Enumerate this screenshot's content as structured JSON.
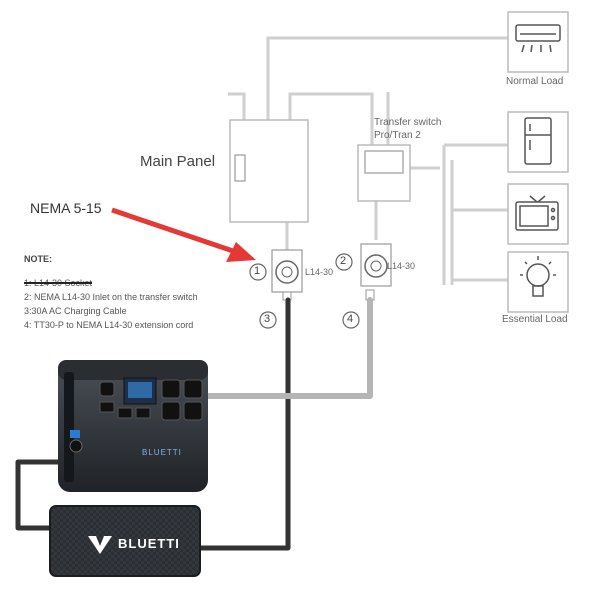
{
  "main_panel": {
    "label": "Main Panel"
  },
  "annotation": {
    "text": "NEMA 5-15",
    "color": "#e53935"
  },
  "transfer_switch": {
    "label_line1": "Transfer switch",
    "label_line2": "Pro/Tran 2"
  },
  "loads": {
    "normal": "Normal Load",
    "essential": "Essential Load",
    "icons": [
      "air-conditioner-icon",
      "refrigerator-icon",
      "television-icon",
      "light-bulb-icon"
    ]
  },
  "connectors": [
    {
      "number": "1",
      "type": "L14-30"
    },
    {
      "number": "2",
      "type": "L14-30"
    },
    {
      "number": "3"
    },
    {
      "number": "4"
    }
  ],
  "notes": {
    "title": "NOTE:",
    "items": [
      "1: L14-30 Socket",
      "2: NEMA L14-30 Inlet on the transfer switch",
      "3:30A AC Charging Cable",
      "4: TT30-P to NEMA L14-30 extension cord"
    ]
  },
  "device": {
    "brand": "BLUETTI"
  },
  "charger": {
    "brand": "BLUETTI"
  }
}
